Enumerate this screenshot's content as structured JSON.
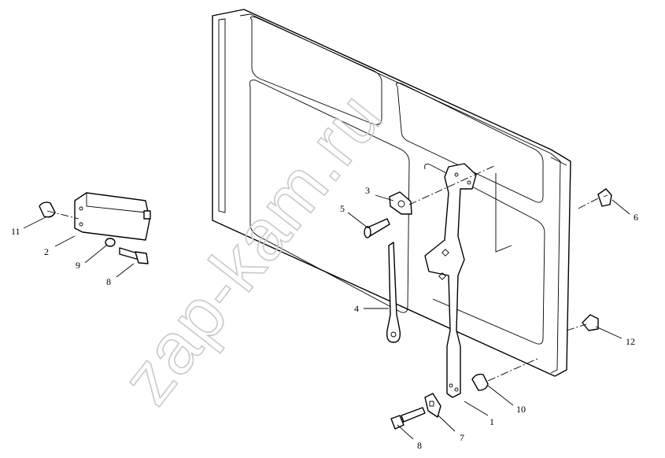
{
  "watermark": "zap-kam.ru",
  "callouts": [
    {
      "id": "1",
      "label": "1"
    },
    {
      "id": "2",
      "label": "2"
    },
    {
      "id": "3",
      "label": "3"
    },
    {
      "id": "4",
      "label": "4"
    },
    {
      "id": "5",
      "label": "5"
    },
    {
      "id": "6",
      "label": "6"
    },
    {
      "id": "7",
      "label": "7"
    },
    {
      "id": "8a",
      "label": "8"
    },
    {
      "id": "8b",
      "label": "8"
    },
    {
      "id": "9",
      "label": "9"
    },
    {
      "id": "10",
      "label": "10"
    },
    {
      "id": "11",
      "label": "11"
    },
    {
      "id": "12",
      "label": "12"
    }
  ]
}
